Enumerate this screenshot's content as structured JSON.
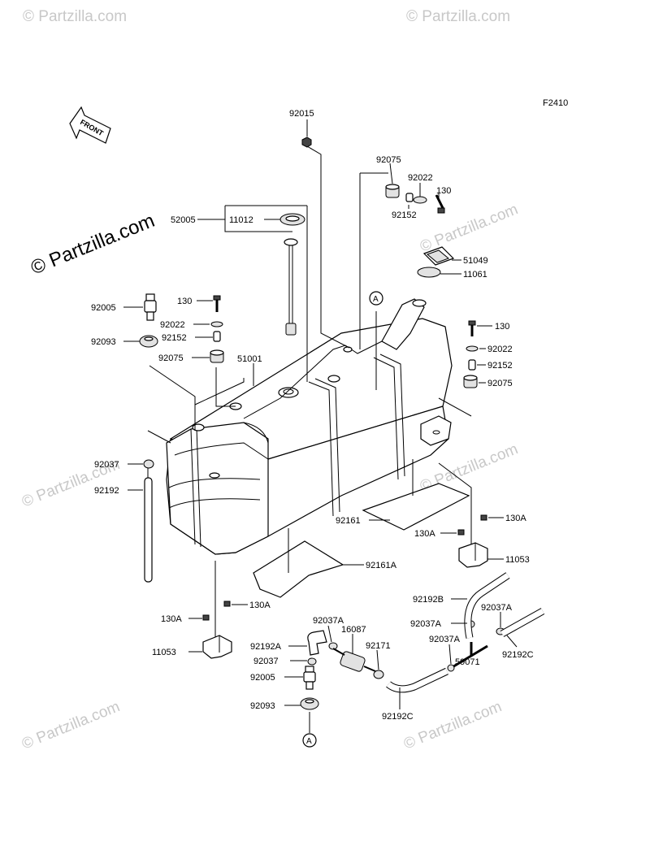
{
  "figure_code": "F2410",
  "front_label": "FRONT",
  "watermark_main": "© Partzilla.com",
  "watermark_repeat": "© Partzilla.com",
  "callout_a": "A",
  "parts": {
    "p92015": "92015",
    "p92075_top": "92075",
    "p92022_top": "92022",
    "p130_top": "130",
    "p92152_top": "92152",
    "p52005": "52005",
    "p11012": "11012",
    "p51049": "51049",
    "p11061": "11061",
    "p92005_left": "92005",
    "p130_left": "130",
    "p92022_left": "92022",
    "p92093_left": "92093",
    "p92152_left": "92152",
    "p92075_left": "92075",
    "p51001": "51001",
    "p130_right": "130",
    "p92022_right": "92022",
    "p92152_right": "92152",
    "p92075_right": "92075",
    "p92037_left": "92037",
    "p92192": "92192",
    "p92161": "92161",
    "p130A_r1": "130A",
    "p130A_r2": "130A",
    "p11053_right": "11053",
    "p92161A": "92161A",
    "p130A_l1": "130A",
    "p130A_l2": "130A",
    "p11053_left": "11053",
    "p92192B": "92192B",
    "p92037A_r": "92037A",
    "p92037A_c": "92037A",
    "p16087": "16087",
    "p92037A_b": "92037A",
    "p92192A": "92192A",
    "p92171": "92171",
    "p92037_low": "92037",
    "p92037A_m": "92037A",
    "p59071": "59071",
    "p92192C_r": "92192C",
    "p92005_low": "92005",
    "p92093_low": "92093",
    "p92192C_b": "92192C"
  }
}
